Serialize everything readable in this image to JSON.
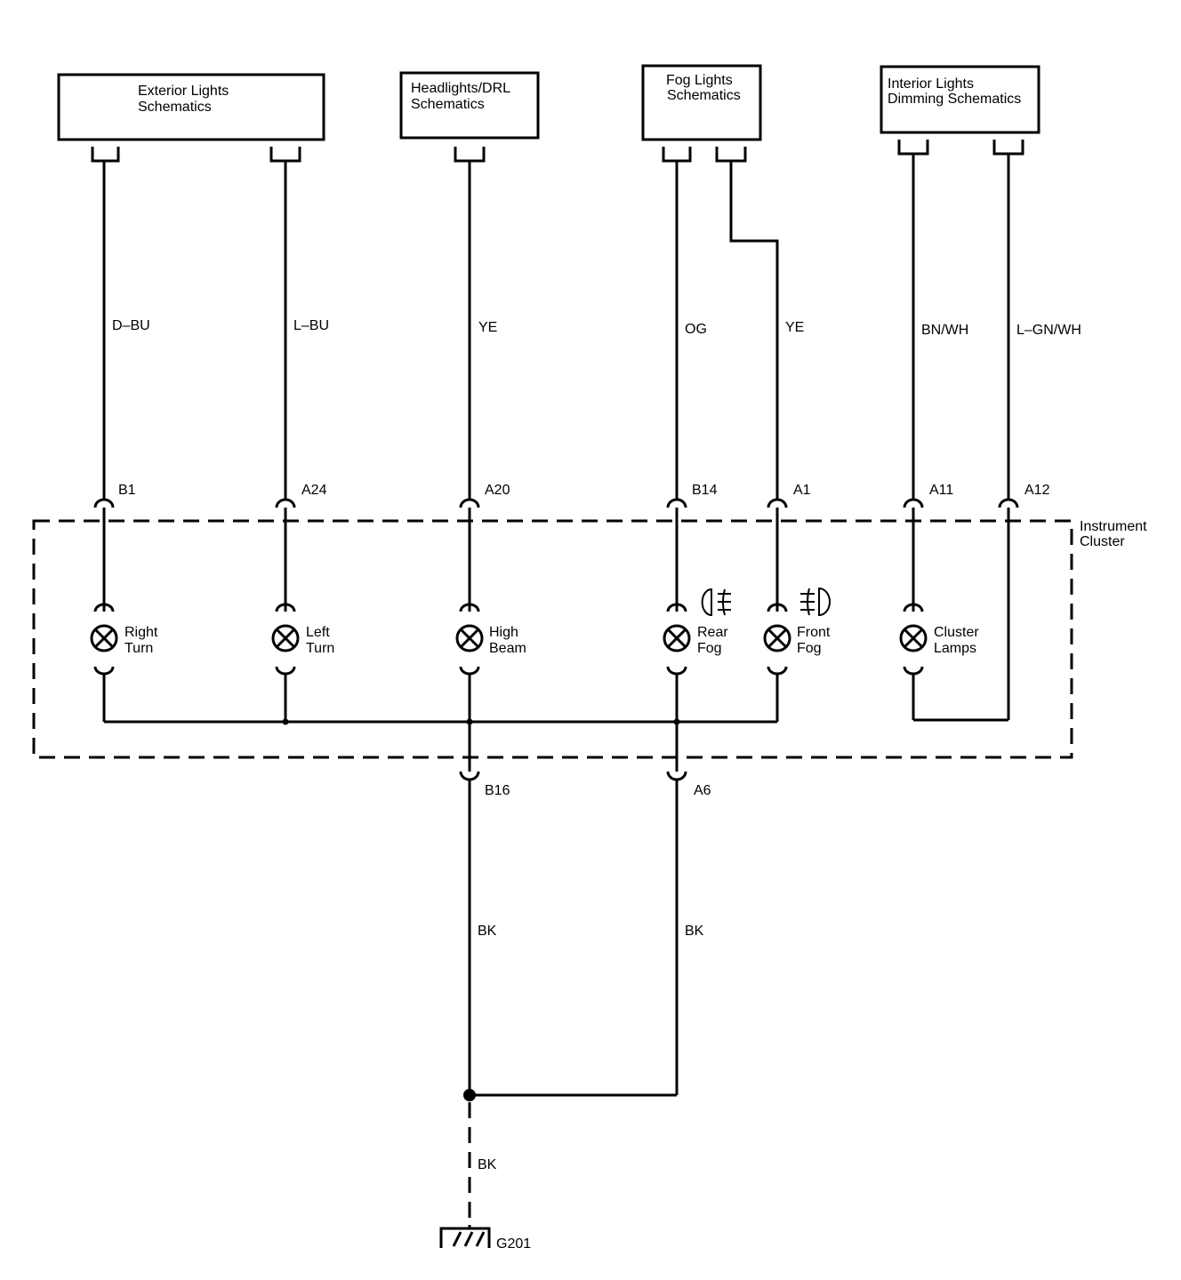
{
  "modules": {
    "exterior": {
      "line1": "Exterior Lights",
      "line2": "Schematics"
    },
    "headlights": {
      "line1": "Headlights/DRL",
      "line2": "Schematics"
    },
    "fog": {
      "line1": "Fog Lights",
      "line2": "Schematics"
    },
    "interior": {
      "line1": "Interior Lights",
      "line2": "Dimming Schematics"
    }
  },
  "wire_colors": {
    "right_turn": "D–BU",
    "left_turn": "L–BU",
    "high_beam": "YE",
    "rear_fog": "OG",
    "front_fog": "YE",
    "cluster_a11": "BN/WH",
    "cluster_a12": "L–GN/WH",
    "ground_b16": "BK",
    "ground_a6": "BK",
    "ground_main": "BK"
  },
  "pins": {
    "b1": "B1",
    "a24": "A24",
    "a20": "A20",
    "b14": "B14",
    "a1": "A1",
    "a11": "A11",
    "a12": "A12",
    "b16": "B16",
    "a6": "A6"
  },
  "cluster": {
    "line1": "Instrument",
    "line2": "Cluster"
  },
  "lamps": {
    "right_turn": {
      "line1": "Right",
      "line2": "Turn"
    },
    "left_turn": {
      "line1": "Left",
      "line2": "Turn"
    },
    "high_beam": {
      "line1": "High",
      "line2": "Beam"
    },
    "rear_fog": {
      "line1": "Rear",
      "line2": "Fog"
    },
    "front_fog": {
      "line1": "Front",
      "line2": "Fog"
    },
    "cluster_lamps": {
      "line1": "Cluster",
      "line2": "Lamps"
    }
  },
  "ground": {
    "label": "G201"
  }
}
